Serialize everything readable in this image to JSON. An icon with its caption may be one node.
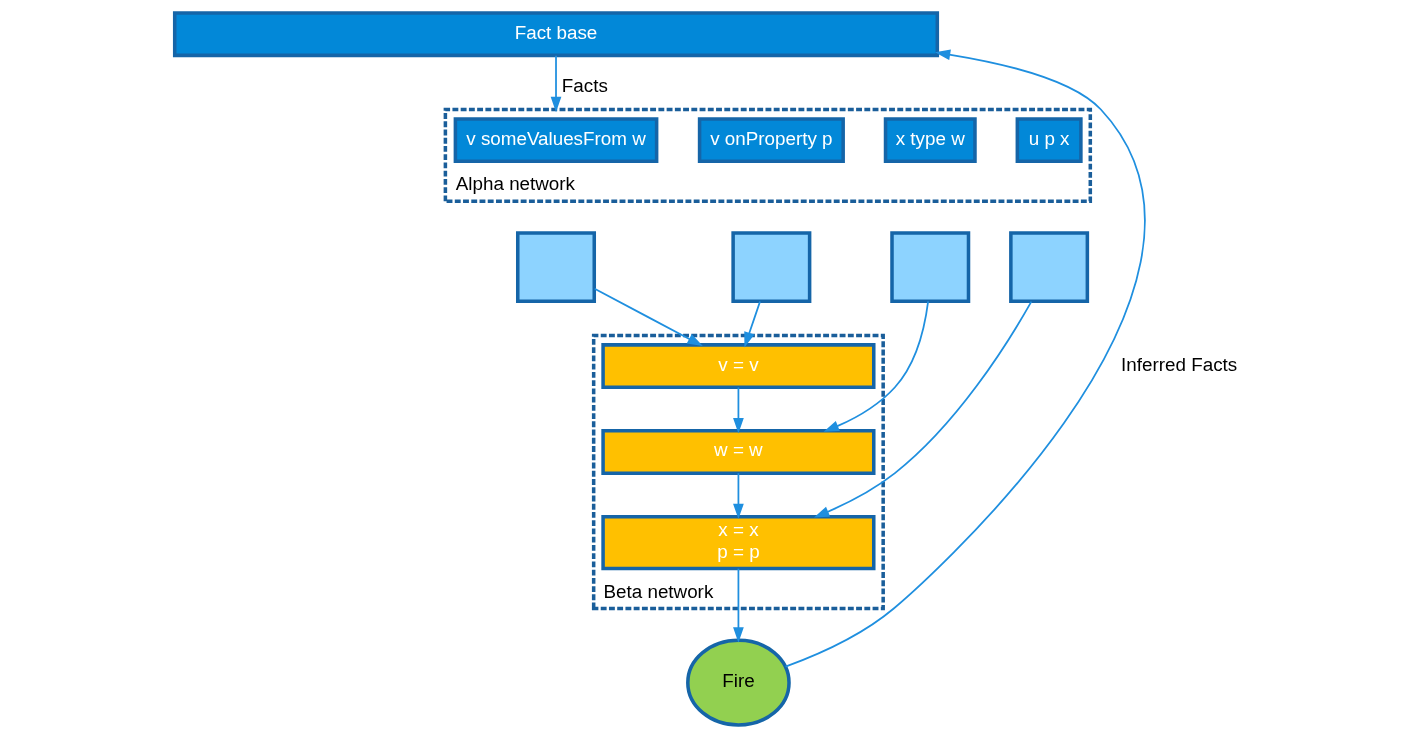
{
  "diagram": {
    "nodes": [
      {
        "text": [
          "Fact base"
        ]
      },
      {
        "text": [
          "Alpha network"
        ]
      },
      {
        "text": [
          "v someValuesFrom w"
        ],
        "in": 1
      },
      {
        "text": [
          "v onProperty p"
        ],
        "in": 1
      },
      {
        "text": [
          "x type w"
        ],
        "in": 1
      },
      {
        "text": [
          "u p x"
        ],
        "in": 1
      },
      {
        "text": [],
        "shape": "box"
      },
      {
        "text": [],
        "shape": "box"
      },
      {
        "text": [],
        "shape": "box"
      },
      {
        "text": [],
        "shape": "box"
      },
      {
        "text": [
          "Beta network"
        ]
      },
      {
        "text": [
          "v = v"
        ],
        "in": 10
      },
      {
        "text": [
          "w = w"
        ],
        "in": 10
      },
      {
        "text": [
          "x = x",
          "p = p"
        ],
        "in": 10
      },
      {
        "text": [
          "Fire"
        ]
      }
    ],
    "edges": [
      {
        "from": 0,
        "to": 1,
        "arrow": "to",
        "label": "Facts"
      },
      {
        "from": 6,
        "to": 11,
        "arrow": "to"
      },
      {
        "from": 7,
        "to": 11,
        "arrow": "to"
      },
      {
        "from": 11,
        "to": 12,
        "arrow": "to"
      },
      {
        "from": 8,
        "to": 12,
        "arrow": "to"
      },
      {
        "from": 12,
        "to": 13,
        "arrow": "to"
      },
      {
        "from": 9,
        "to": 13,
        "arrow": "to"
      },
      {
        "from": 13,
        "to": 14,
        "arrow": "to"
      },
      {
        "from": 14,
        "to": 0,
        "arrow": "to",
        "label": "Inferred Facts"
      }
    ]
  }
}
